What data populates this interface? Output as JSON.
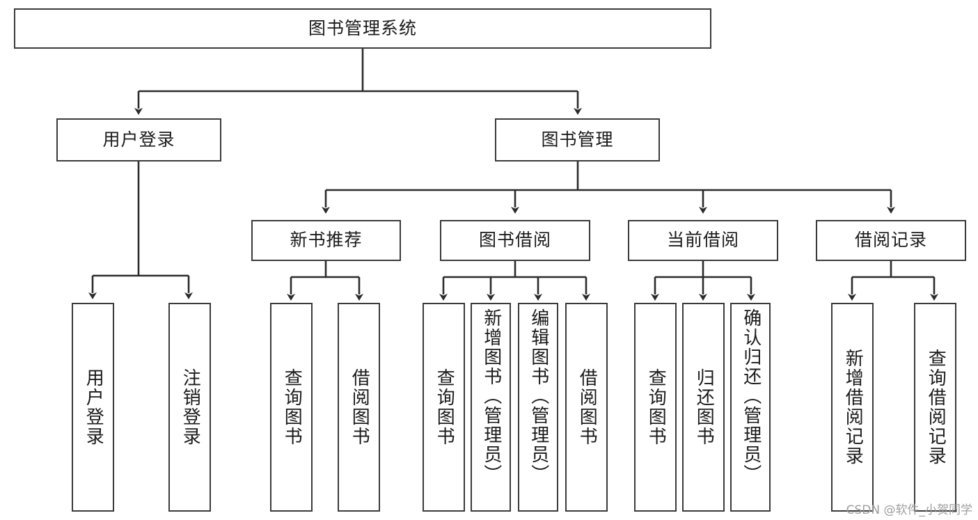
{
  "diagram": {
    "type": "tree-hierarchy",
    "title": "图书管理系统",
    "watermark": "CSDN @软件_小贺同学",
    "colors": {
      "box_border": "#3a3a3a",
      "box_fill": "#ffffff",
      "connector": "#2b2b2b",
      "text": "#1a1a1a",
      "watermark": "#9d9d9d",
      "background": "#ffffff"
    },
    "levels": [
      {
        "level": 1,
        "nodes": [
          {
            "id": "root",
            "label": "图书管理系统",
            "orientation": "horizontal"
          }
        ]
      },
      {
        "level": 2,
        "nodes": [
          {
            "id": "user-login",
            "label": "用户登录",
            "orientation": "horizontal",
            "parent": "root"
          },
          {
            "id": "book-manage",
            "label": "图书管理",
            "orientation": "horizontal",
            "parent": "root"
          }
        ]
      },
      {
        "level": 3,
        "nodes": [
          {
            "id": "new-book-rec",
            "label": "新书推荐",
            "orientation": "horizontal",
            "parent": "book-manage"
          },
          {
            "id": "book-borrow",
            "label": "图书借阅",
            "orientation": "horizontal",
            "parent": "book-manage"
          },
          {
            "id": "current-borrow",
            "label": "当前借阅",
            "orientation": "horizontal",
            "parent": "book-manage"
          },
          {
            "id": "borrow-record",
            "label": "借阅记录",
            "orientation": "horizontal",
            "parent": "book-manage"
          }
        ]
      },
      {
        "level": 4,
        "nodes": [
          {
            "id": "leaf-user-login",
            "label": "用户登录",
            "orientation": "vertical",
            "parent": "user-login"
          },
          {
            "id": "leaf-user-logout",
            "label": "注销登录",
            "orientation": "vertical",
            "parent": "user-login"
          },
          {
            "id": "leaf-rec-query",
            "label": "查询图书",
            "orientation": "vertical",
            "parent": "new-book-rec"
          },
          {
            "id": "leaf-rec-borrow",
            "label": "借阅图书",
            "orientation": "vertical",
            "parent": "new-book-rec"
          },
          {
            "id": "leaf-borrow-query",
            "label": "查询图书",
            "orientation": "vertical",
            "parent": "book-borrow"
          },
          {
            "id": "leaf-borrow-add",
            "label": "新增图书（管理员）",
            "orientation": "vertical",
            "parent": "book-borrow"
          },
          {
            "id": "leaf-borrow-edit",
            "label": "编辑图书（管理员）",
            "orientation": "vertical",
            "parent": "book-borrow"
          },
          {
            "id": "leaf-borrow-lend",
            "label": "借阅图书",
            "orientation": "vertical",
            "parent": "book-borrow"
          },
          {
            "id": "leaf-cur-query",
            "label": "查询图书",
            "orientation": "vertical",
            "parent": "current-borrow"
          },
          {
            "id": "leaf-cur-return",
            "label": "归还图书",
            "orientation": "vertical",
            "parent": "current-borrow"
          },
          {
            "id": "leaf-cur-confirm",
            "label": "确认归还（管理员）",
            "orientation": "vertical",
            "parent": "current-borrow"
          },
          {
            "id": "leaf-rec-add",
            "label": "新增借阅记录",
            "orientation": "vertical",
            "parent": "borrow-record"
          },
          {
            "id": "leaf-rec-search",
            "label": "查询借阅记录",
            "orientation": "vertical",
            "parent": "borrow-record"
          }
        ]
      }
    ]
  }
}
